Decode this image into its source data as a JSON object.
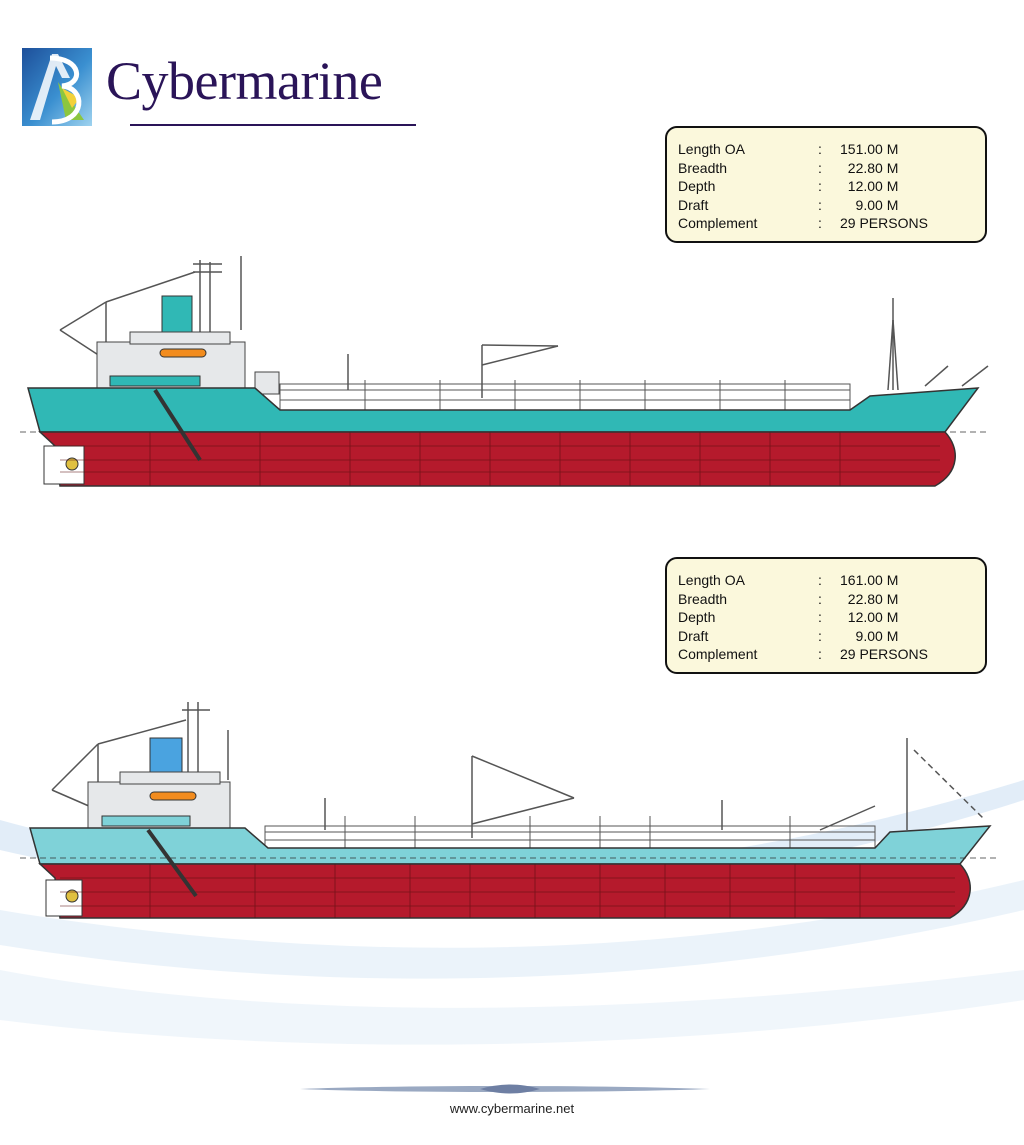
{
  "brand": {
    "name": "Cybermarine",
    "logo_colors": {
      "wordmark": "#2a1458",
      "mark_blue": "#3a7fc0",
      "mark_green": "#8cc63f",
      "mark_yellow": "#f2d13a"
    }
  },
  "ships": [
    {
      "specs": [
        {
          "label": "Length OA",
          "value": "151.00 M"
        },
        {
          "label": "Breadth",
          "value": "  22.80 M"
        },
        {
          "label": "Depth",
          "value": "  12.00 M"
        },
        {
          "label": "Draft",
          "value": "    9.00 M"
        },
        {
          "label": "Complement",
          "value": "29 PERSONS"
        }
      ],
      "hull_colors": {
        "topside": "#30b8b5",
        "bottom": "#b51a2c",
        "funnel": "#30b8b5",
        "lifeboat": "#f28c1e"
      }
    },
    {
      "specs": [
        {
          "label": "Length OA",
          "value": "161.00 M"
        },
        {
          "label": "Breadth",
          "value": "  22.80 M"
        },
        {
          "label": "Depth",
          "value": "  12.00 M"
        },
        {
          "label": "Draft",
          "value": "    9.00 M"
        },
        {
          "label": "Complement",
          "value": "29 PERSONS"
        }
      ],
      "hull_colors": {
        "topside": "#7fd2d8",
        "bottom": "#b51a2c",
        "funnel": "#4aa3e0",
        "lifeboat": "#f28c1e"
      }
    }
  ],
  "colon": ":",
  "footer": {
    "url": "www.cybermarine.net"
  }
}
